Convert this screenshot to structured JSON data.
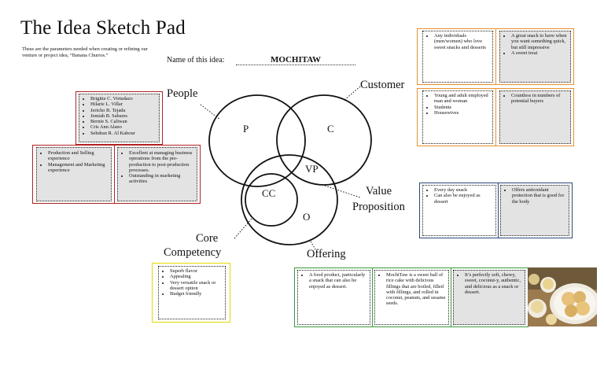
{
  "header": {
    "title": "The Idea Sketch Pad",
    "subtitle": "These are the parameters needed when creating or refining our venture or project idea, “Banana Churros.”",
    "name_label": "Name of this idea:",
    "idea_name": "MOCHITAW"
  },
  "diagram": {
    "circle_p": "P",
    "circle_c": "C",
    "circle_vp": "VP",
    "circle_cc": "CC",
    "circle_o": "O",
    "label_people": "People",
    "label_customer": "Customer",
    "label_value_1": "Value",
    "label_value_2": "Proposition",
    "label_core_1": "Core",
    "label_core_2": "Competency",
    "label_offering": "Offering"
  },
  "people": {
    "names": [
      "Brigitte C. Virtudazo",
      "Hilarie L. Villar",
      "Jericho B. Tejada",
      "Jemiah B. Sabares",
      "Bernie S. Caliwan",
      "Cris Ann Alano",
      "Sehdran R. Al Kabour"
    ],
    "left_items": [
      "Production and Selling experience",
      "Management and Marketing experience"
    ],
    "right_items": [
      "Excellent at managing business operations from the pre-production to post-production processes.",
      "Outstanding in marketing activities"
    ]
  },
  "customer": {
    "top_left": [
      "Any individuals (men/women) who love sweet snacks and desserts"
    ],
    "top_right": [
      "A great snack to have when you want something quick, but still impressive",
      "A sweet treat"
    ],
    "bottom_left": [
      "Young and adult employed man and woman",
      "Students",
      "Housewives"
    ],
    "bottom_right": [
      "Countless in numbers of potential buyers"
    ]
  },
  "value_proposition": {
    "left": [
      "Every day snack",
      "Can also be enjoyed as dessert"
    ],
    "right": [
      "Offers antioxidant protection that is good for the body"
    ]
  },
  "core_competency": {
    "items": [
      "Superb flavor",
      "Appealing",
      "Very versatile snack or dessert option",
      "Budget friendly"
    ]
  },
  "offering": {
    "col1": [
      "A food product, particularly a snack that can also be enjoyed as dessert."
    ],
    "col2": [
      "MochiTaw is a sweet ball of rice cake with delicious fillings that are boiled, filled with fillings, and rolled in coconut, peanuts, and sesame seeds."
    ],
    "col3": [
      "It’s perfectly soft, chewy, sweet, coconut-y, authentic, and delicious as a snack or dessert."
    ]
  },
  "colors": {
    "people_border": "#b22222",
    "customer_border": "#e8912d",
    "value_border": "#2b4a7a",
    "core_border": "#e8d800",
    "offering_border": "#3a9a3a",
    "cell_fill": "#e3e3e3"
  }
}
